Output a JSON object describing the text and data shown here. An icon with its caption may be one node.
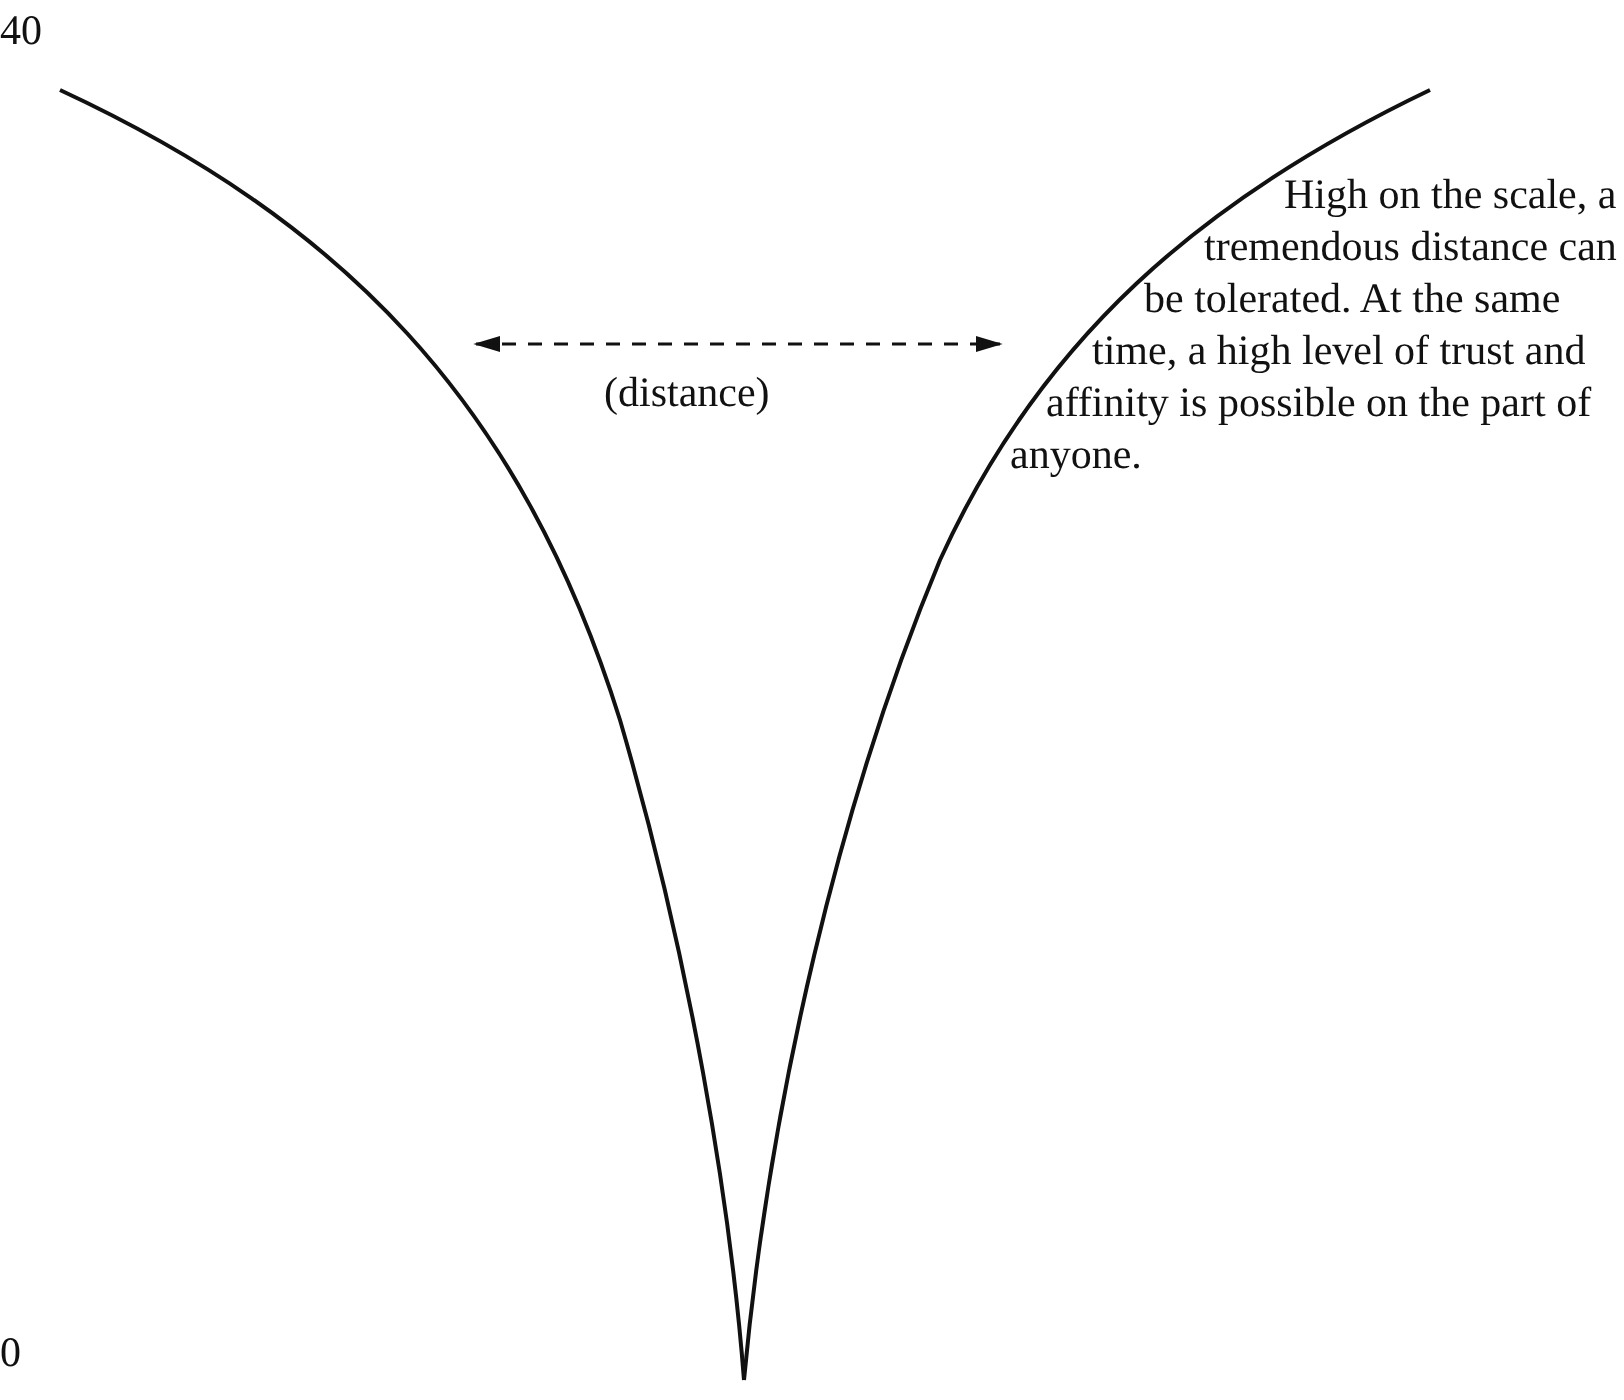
{
  "diagram": {
    "labels": [
      "40",
      "(distance)",
      "High on the scale, a tremendous distance can be tolerated. At the same time, a high level of trust and affinity is possible on the part of anyone.",
      "0"
    ]
  }
}
